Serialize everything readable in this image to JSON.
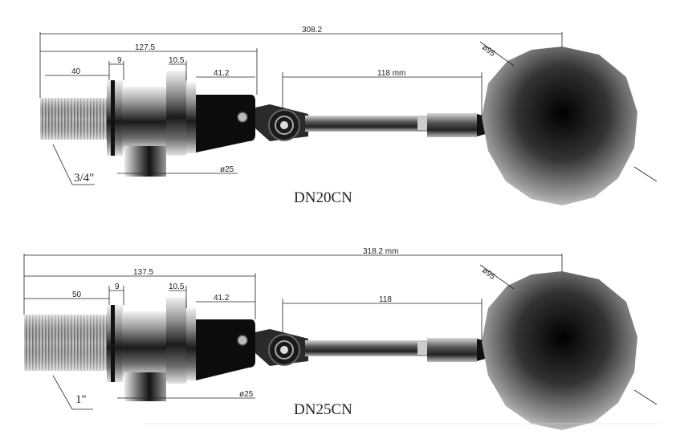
{
  "drawings": [
    {
      "model": "DN20CN",
      "thread": "3/4\"",
      "dims": {
        "overall": "308.2",
        "body": "127.5",
        "thread_len": "40",
        "washer": "9",
        "flange": "10.5",
        "bracket": "41.2",
        "rod": "118 mm",
        "ball": "ø95",
        "outlet": "ø25"
      }
    },
    {
      "model": "DN25CN",
      "thread": "1\"",
      "dims": {
        "overall": "318.2 mm",
        "body": "137.5",
        "thread_len": "50",
        "washer": "9",
        "flange": "10.5",
        "bracket": "41.2",
        "rod": "118",
        "ball": "ø95",
        "outlet": "ø25"
      }
    }
  ]
}
